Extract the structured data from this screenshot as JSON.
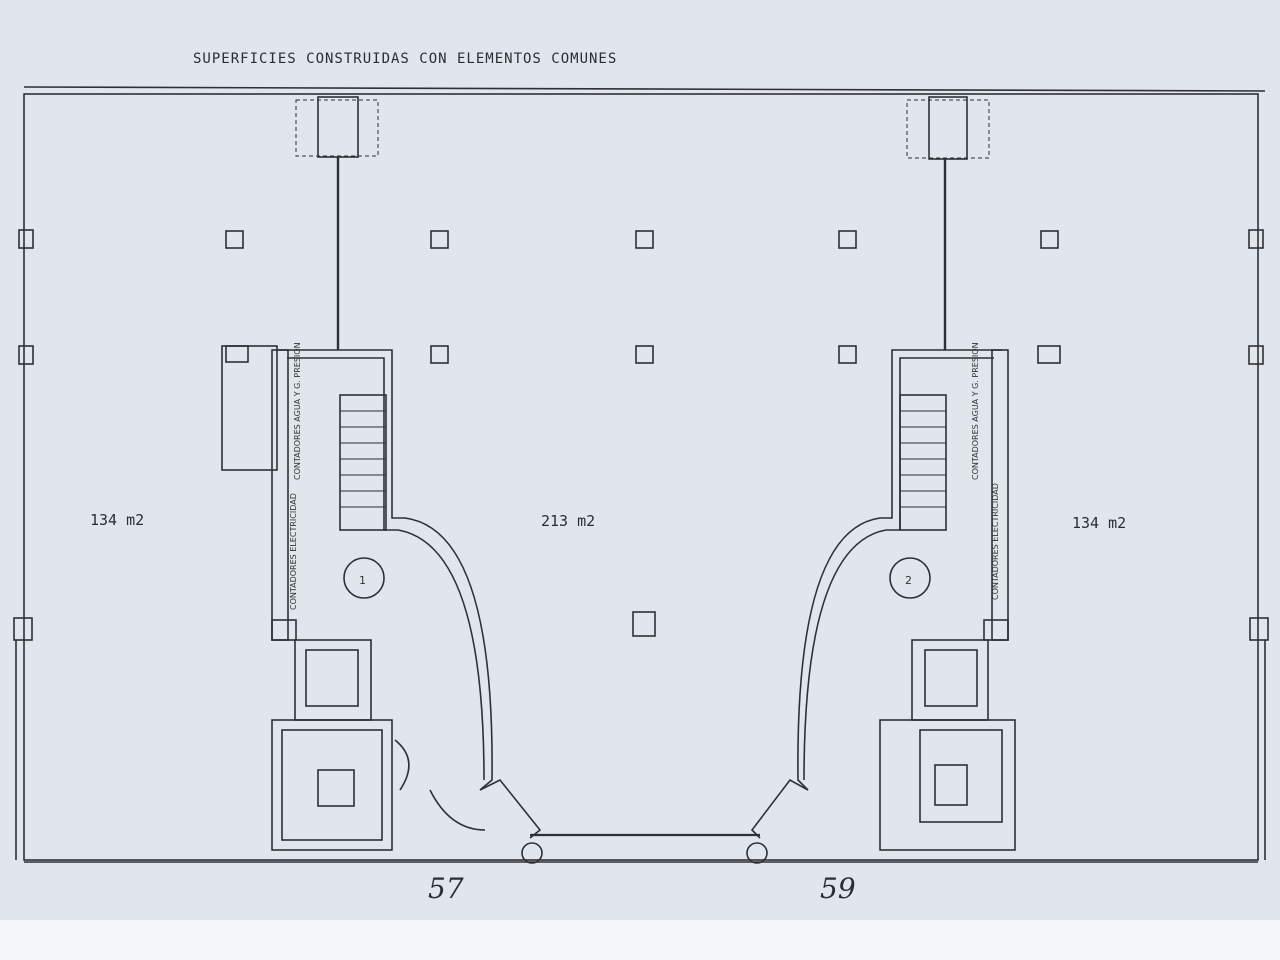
{
  "title": "SUPERFICIES CONSTRUIDAS CON ELEMENTOS COMUNES",
  "areas": {
    "left_unit": "134 m2",
    "center_unit": "213 m2",
    "right_unit": "134 m2"
  },
  "staircases": {
    "left_number": "1",
    "right_number": "2"
  },
  "room_labels": {
    "left_meter_water": "CONTADORES AGUA Y G. PRESION",
    "left_meter_elec": "CONTADORES ELECTRICIDAD",
    "right_meter_water": "CONTADORES AGUA Y G. PRESION",
    "right_meter_elec": "CONTADORES ELECTRICIDAD"
  },
  "street_numbers": {
    "left": "57",
    "right": "59"
  },
  "colors": {
    "paper": "#dfe3ea",
    "ink": "#2b2d33"
  }
}
